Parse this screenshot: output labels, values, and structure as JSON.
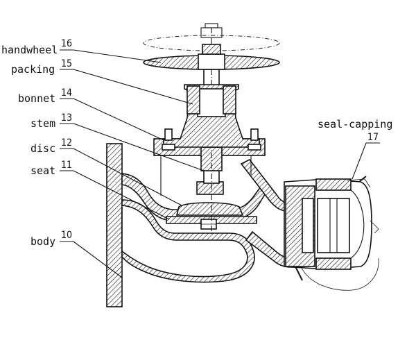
{
  "colors": {
    "line": "#111111",
    "background": "#ffffff"
  },
  "parts": [
    {
      "name": "handwheel",
      "number": "16"
    },
    {
      "name": "packing",
      "number": "15"
    },
    {
      "name": "bonnet",
      "number": "14"
    },
    {
      "name": "stem",
      "number": "13"
    },
    {
      "name": "disc",
      "number": "12"
    },
    {
      "name": "seat",
      "number": "11"
    },
    {
      "name": "body",
      "number": "10"
    },
    {
      "name": "seal-capping",
      "number": "17"
    }
  ]
}
